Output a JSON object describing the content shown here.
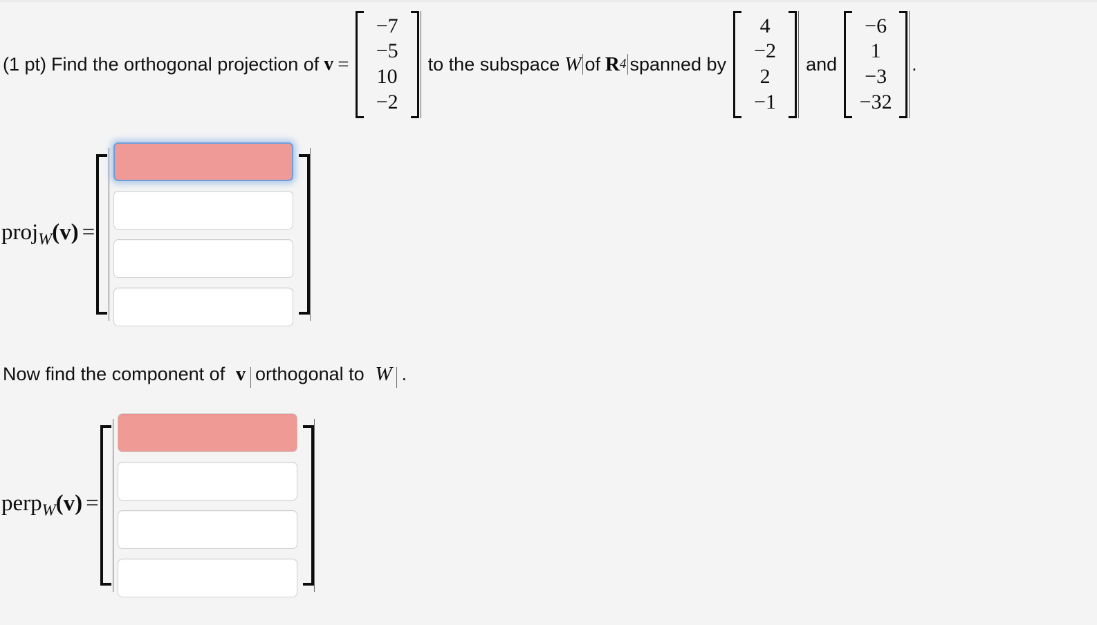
{
  "problem": {
    "points_tag": "(1 pt)",
    "lead_text": "Find the orthogonal projection of",
    "vector_symbol": "v",
    "equals": "=",
    "v_vector": [
      "−7",
      "−5",
      "10",
      "−2"
    ],
    "mid_text_a": "to the subspace",
    "subspace_symbol": "W",
    "mid_text_b": "of",
    "field_symbol": "R",
    "field_exponent": "4",
    "mid_text_c": "spanned by",
    "span_vector_1": [
      "4",
      "−2",
      "2",
      "−1"
    ],
    "conjunction": "and",
    "span_vector_2": [
      "−6",
      "1",
      "−3",
      "−32"
    ],
    "trailing_punct": "."
  },
  "proj_answer": {
    "label_main": "proj",
    "label_sub": "W",
    "label_arg": "(v)",
    "label_eq": "=",
    "fields": [
      {
        "value": "",
        "state": "focused"
      },
      {
        "value": "",
        "state": "empty"
      },
      {
        "value": "",
        "state": "empty"
      },
      {
        "value": "",
        "state": "empty"
      }
    ]
  },
  "instruction": {
    "text_a": "Now find the component of",
    "vector_symbol": "v",
    "text_b": "orthogonal to",
    "subspace_symbol": "W",
    "punct": "."
  },
  "perp_answer": {
    "label_main": "perp",
    "label_sub": "W",
    "label_arg": "(v)",
    "label_eq": "=",
    "fields": [
      {
        "value": "",
        "state": "filled"
      },
      {
        "value": "",
        "state": "empty"
      },
      {
        "value": "",
        "state": "empty"
      },
      {
        "value": "",
        "state": "empty"
      }
    ]
  },
  "colors": {
    "page_background": "#f4f4f4",
    "field_background": "#ffffff",
    "field_border": "#cfcfcf",
    "field_highlight": "#f09a96",
    "focus_border": "#6f9fd8",
    "focus_glow": "rgba(120,165,225,0.55)",
    "text": "#101010"
  }
}
